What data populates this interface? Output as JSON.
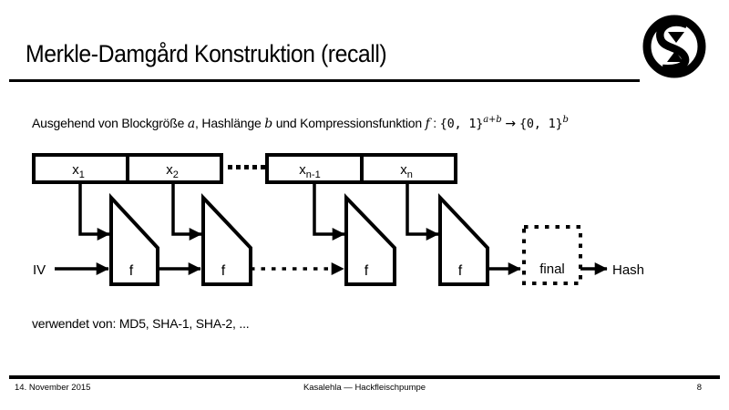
{
  "slide_title": "Merkle-Damgård Konstruktion (recall)",
  "intro": {
    "lead": "Ausgehend von Blockgröße ",
    "var_a": "a",
    "seg2": ", Hashlänge ",
    "var_b": "b",
    "seg3": " und Kompressionsfunktion ",
    "var_f": "f",
    "colon": " : ",
    "domain_set": "{0, 1}",
    "domain_exp": "a+b",
    "arrow": "→",
    "codomain_set": "{0, 1}",
    "codomain_exp": "b"
  },
  "diagram": {
    "message_blocks": [
      {
        "base": "x",
        "sub": "1"
      },
      {
        "base": "x",
        "sub": "2"
      },
      {
        "base": "x",
        "sub": "n-1"
      },
      {
        "base": "x",
        "sub": "n"
      }
    ],
    "compression_label": "f",
    "iv_label": "IV",
    "final_label": "final",
    "output_label": "Hash"
  },
  "used_by_text": "verwendet von: MD5, SHA-1, SHA-2, ...",
  "footer": {
    "date": "14. November 2015",
    "credit": "Kasalehla — Hackfleischpumpe",
    "page_number": "8"
  },
  "colors": {
    "foreground": "#000000",
    "background": "#ffffff"
  }
}
